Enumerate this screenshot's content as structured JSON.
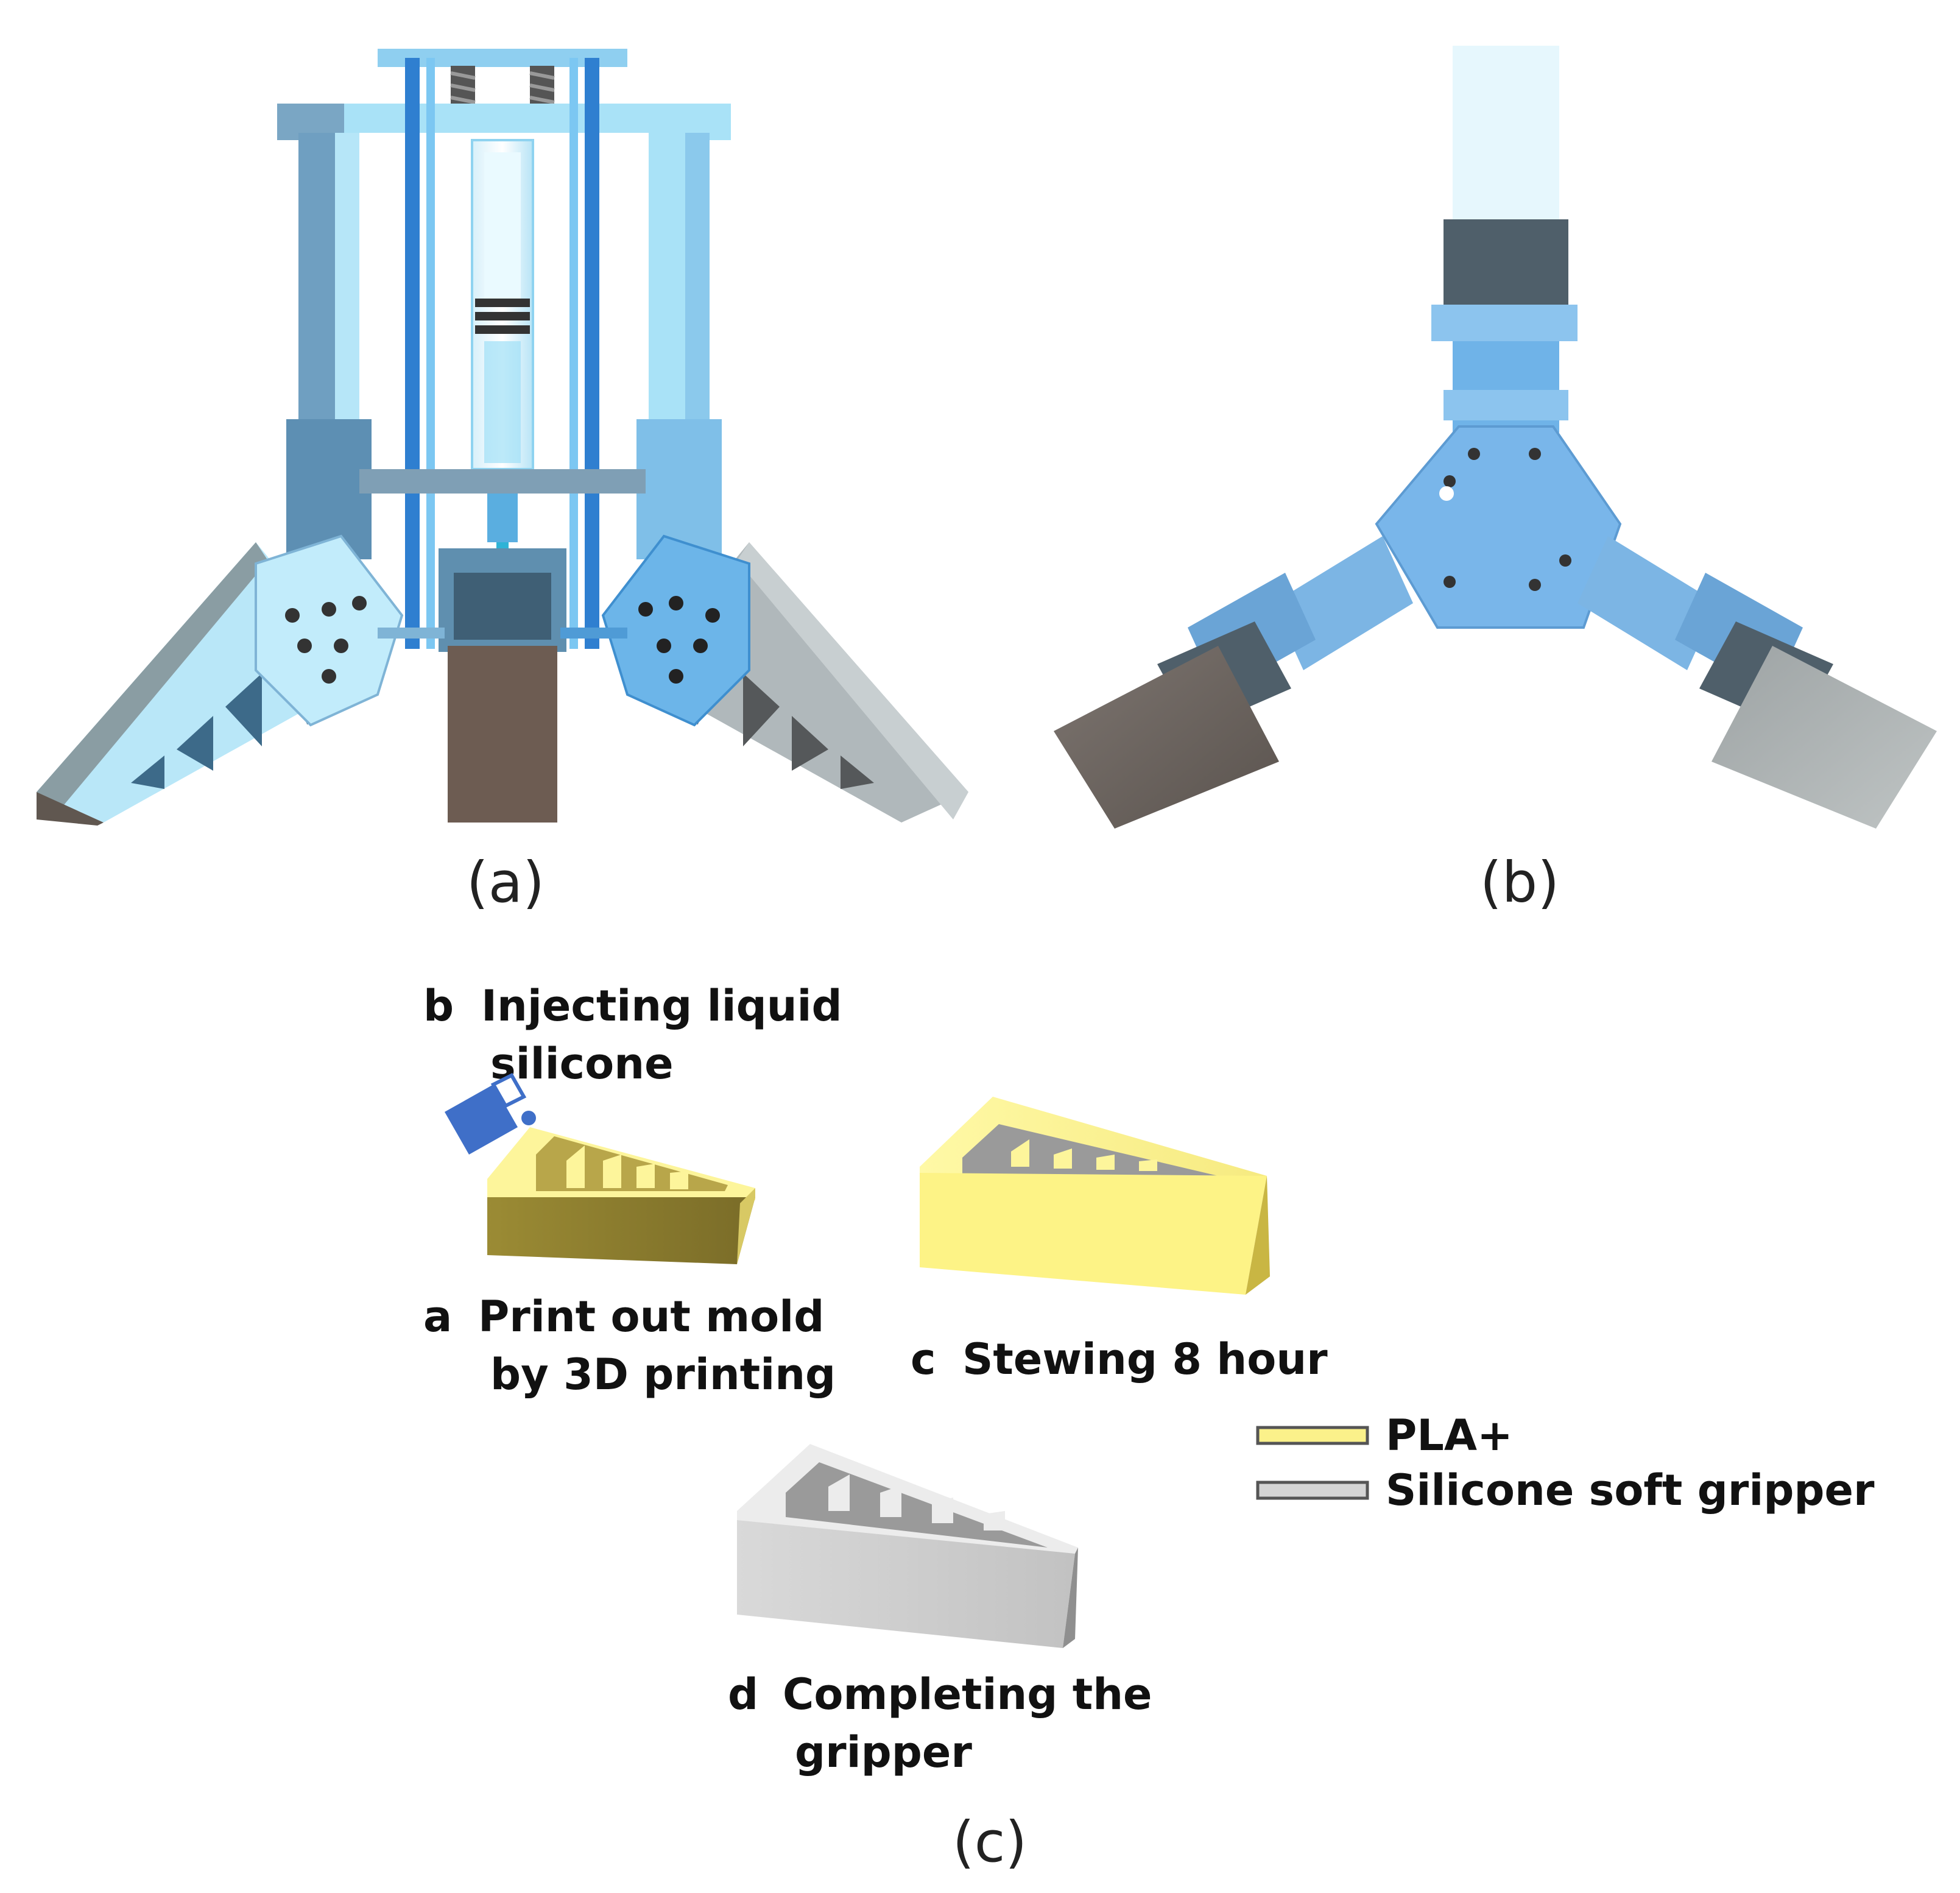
{
  "panels": {
    "a": "(a)",
    "b": "(b)",
    "c": "(c)"
  },
  "steps": {
    "a": {
      "letter": "a",
      "line1": "Print out mold",
      "line2": "by 3D printing"
    },
    "b": {
      "letter": "b",
      "line1": "Injecting liquid",
      "line2": "silicone"
    },
    "c": {
      "letter": "c",
      "line1": "Stewing 8 hour"
    },
    "d": {
      "letter": "d",
      "line1": "Completing the",
      "line2": "gripper"
    }
  },
  "legend": {
    "items": [
      {
        "label": "PLA+",
        "color": "#fbf18a"
      },
      {
        "label": "Silicone soft gripper",
        "color": "#d4d4d4"
      }
    ]
  },
  "colors": {
    "frame_light": "#9fd9f4",
    "frame_mid": "#6ab7e6",
    "frame_dark": "#3b8fd0",
    "silicone_light": "#aab1b4",
    "silicone_dark": "#5f5a55",
    "pla_top": "#fbf18a",
    "pla_side": "#8a7c2f",
    "bottle": "#3f6fc8"
  }
}
